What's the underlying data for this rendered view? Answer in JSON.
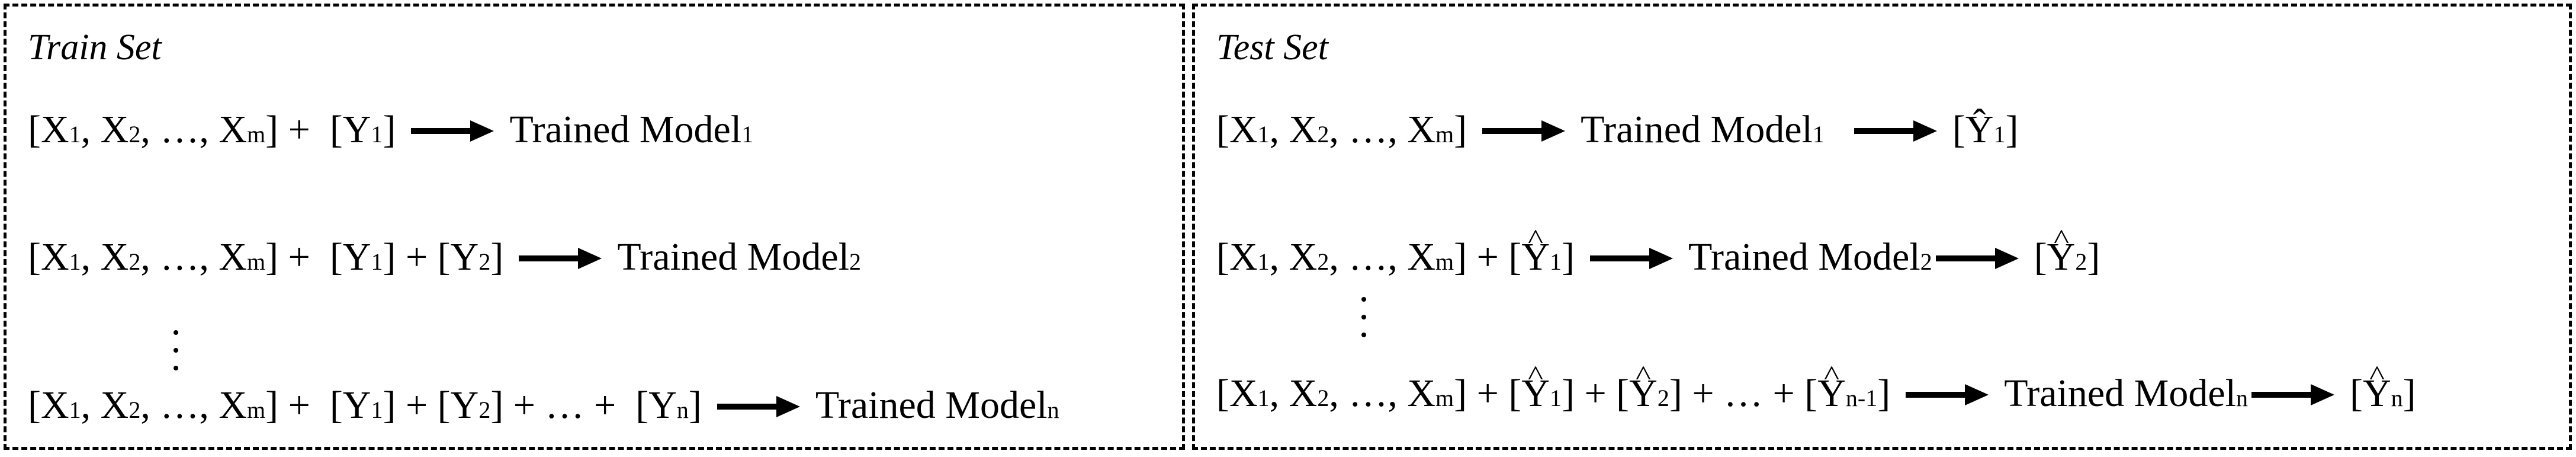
{
  "train": {
    "title": "Train Set",
    "rows": [
      {
        "input": "[X",
        "s1": "1",
        "sep1": ", X",
        "s2": "2",
        "sep2": ", …, X",
        "sm": "m",
        "close": "]",
        "targets": " +  [Y",
        "t1": "1",
        "tclose": "]",
        "model": "Trained Model",
        "ms": "1"
      },
      {
        "input": "[X",
        "s1": "1",
        "sep1": ", X",
        "s2": "2",
        "sep2": ", …, X",
        "sm": "m",
        "close": "]",
        "targets": " +  [Y",
        "t1": "1",
        "tclose": "] + [Y",
        "t2": "2",
        "tclose2": "]",
        "model": "Trained Model",
        "ms": "2"
      },
      {
        "input": "[X",
        "s1": "1",
        "sep1": ", X",
        "s2": "2",
        "sep2": ", …, X",
        "sm": "m",
        "close": "]",
        "targets": " +  [Y",
        "t1": "1",
        "tclose": "] + [Y",
        "t2": "2",
        "tclose2": "] + … +  [Y",
        "tn": "n",
        "tcloseN": "]",
        "model": "Trained Model",
        "ms": "n"
      }
    ]
  },
  "test": {
    "title": "Test Set",
    "rows": [
      {
        "input": "[X",
        "s1": "1",
        "sep1": ", X",
        "s2": "2",
        "sep2": ", …, X",
        "sm": "m",
        "close": "]",
        "model": "Trained Model",
        "ms": "1",
        "out": "[Ŷ",
        "os": "1",
        "oclose": "]"
      },
      {
        "input": "[X",
        "s1": "1",
        "sep1": ", X",
        "s2": "2",
        "sep2": ", …, X",
        "sm": "m",
        "close": "]",
        "plus1": " + [",
        "y1": "Y",
        "y1s": "1",
        "y1c": "]",
        "model": "Trained Model",
        "ms": "2",
        "out": "[",
        "outy": "Y",
        "os": "2",
        "oclose": "]"
      },
      {
        "input": "[X",
        "s1": "1",
        "sep1": ", X",
        "s2": "2",
        "sep2": ", …, X",
        "sm": "m",
        "close": "]",
        "plus1": " + [",
        "y1": "Y",
        "y1s": "1",
        "y1c": "] + [",
        "y2": "Y",
        "y2s": "2",
        "y2c": "] + … + [",
        "yn1": "Y",
        "yn1s": "n-1",
        "yn1c": "]",
        "model": "Trained Model",
        "ms": "n",
        "out": "[",
        "outy": "Y",
        "os": "n",
        "oclose": "]"
      }
    ]
  }
}
